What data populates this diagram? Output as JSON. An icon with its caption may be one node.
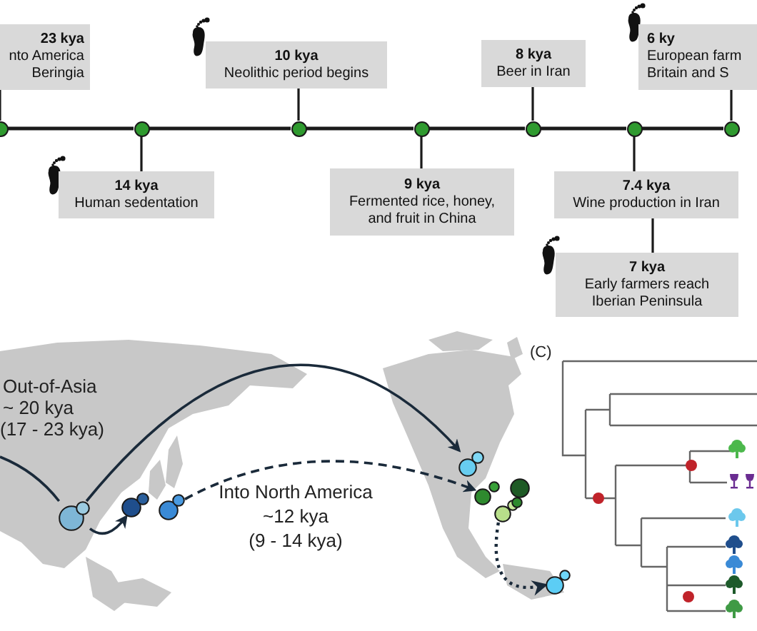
{
  "diagram": {
    "nodes": [
      {
        "text": [
          "23 kya",
          "nto America",
          "Beringia"
        ]
      },
      {
        "text": [
          "10 kya",
          "Neolithic period begins"
        ]
      },
      {
        "text": [
          "8 kya",
          "Beer in Iran"
        ]
      },
      {
        "text": [
          "6 ky",
          "European farm",
          "Britain and S"
        ]
      },
      {
        "text": [
          "14 kya",
          "Human sedentation"
        ]
      },
      {
        "text": [
          "9 kya",
          "Fermented rice, honey, and fruit in China"
        ]
      },
      {
        "text": [
          "7.4 kya",
          "Wine production in Iran"
        ]
      },
      {
        "text": [
          "7 kya",
          "Early farmers reach Iberian Peninsula"
        ]
      },
      {
        "text": [],
        "shape": "circle"
      },
      {
        "text": [],
        "shape": "circle"
      },
      {
        "text": [],
        "shape": "circle"
      },
      {
        "text": [],
        "shape": "circle"
      },
      {
        "text": [],
        "shape": "circle"
      },
      {
        "text": [],
        "shape": "circle"
      },
      {
        "text": [],
        "shape": "circle"
      },
      {
        "text": [],
        "shape": "circle"
      },
      {
        "text": [],
        "shape": "circle"
      },
      {
        "text": [],
        "shape": "circle"
      },
      {
        "text": [],
        "shape": "circle"
      },
      {
        "text": [],
        "shape": "circle"
      },
      {
        "text": [],
        "shape": "circle"
      }
    ],
    "edges": [
      {
        "from": 8,
        "to": 0,
        "arrow": "none"
      },
      {
        "from": 9,
        "to": 4,
        "arrow": "none"
      },
      {
        "from": 10,
        "to": 1,
        "arrow": "none"
      },
      {
        "from": 11,
        "to": 5,
        "arrow": "none"
      },
      {
        "from": 12,
        "to": 2,
        "arrow": "none"
      },
      {
        "from": 13,
        "to": 6,
        "arrow": "none"
      },
      {
        "from": 14,
        "to": 3,
        "arrow": "none"
      },
      {
        "from": 6,
        "to": 7,
        "arrow": "none"
      },
      {
        "from": 8,
        "to": 9,
        "arrow": "none"
      },
      {
        "from": 9,
        "to": 10,
        "arrow": "none"
      },
      {
        "from": 10,
        "to": 11,
        "arrow": "none"
      },
      {
        "from": 11,
        "to": 12,
        "arrow": "none"
      },
      {
        "from": 12,
        "to": 13,
        "arrow": "none"
      },
      {
        "from": 13,
        "to": 14,
        "arrow": "none"
      },
      {
        "from": null,
        "to": 15,
        "arrow": "none"
      },
      {
        "from": 15,
        "to": 16,
        "arrow": "to"
      },
      {
        "from": 15,
        "to": 18,
        "arrow": "to"
      },
      {
        "from": 17,
        "to": 19,
        "arrow": "to",
        "style": "dashed"
      },
      {
        "from": 19,
        "to": 20,
        "arrow": "to",
        "style": "dashed"
      }
    ],
    "labels": [
      "Out-of-Asia",
      "~ 20 kya",
      "(17 - 23 kya)",
      "Into North America",
      "~12 kya",
      "(9 - 14 kya)",
      "(C)"
    ]
  }
}
